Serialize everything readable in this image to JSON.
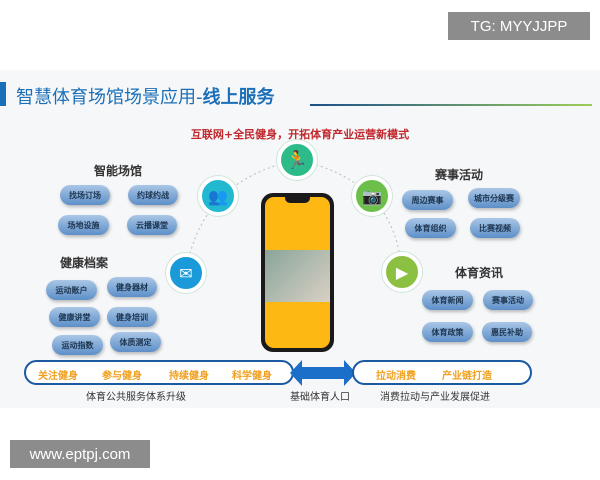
{
  "watermarks": {
    "top": "TG: MYYJJPP",
    "bottom": "www.eptpj.com"
  },
  "title": {
    "main": "智慧体育场馆场景应用-",
    "bold": "线上服务"
  },
  "subtitle": "互联网+全民健身，开拓体育产业运营新模式",
  "colors": {
    "title_blue": "#1b6fb8",
    "subtitle_red": "#c0282d",
    "orange": "#f0a020",
    "pill_blue": "#5d8fc8",
    "phone_yellow": "#fdb813"
  },
  "sections": {
    "venue": {
      "label": "智能场馆",
      "items": [
        "找场订场",
        "约球约战",
        "场地设施",
        "云播课堂"
      ],
      "icon": "people-icon"
    },
    "health": {
      "label": "健康档案",
      "items": [
        "运动账户",
        "健身器材",
        "健康讲堂",
        "健身培训",
        "运动指数",
        "体质测定"
      ],
      "icon": "envelope-icon"
    },
    "events": {
      "label": "赛事活动",
      "items": [
        "周边赛事",
        "城市分级赛",
        "体育组织",
        "比赛视频"
      ],
      "icon": "camera-icon"
    },
    "news": {
      "label": "体育资讯",
      "items": [
        "体育新闻",
        "赛事活动",
        "体育政策",
        "惠民补助"
      ],
      "icon": "play-icon"
    }
  },
  "center_icon": "runner-icon",
  "bottom": {
    "left": {
      "items": [
        "关注健身",
        "参与健身",
        "持续健身",
        "科学健身"
      ],
      "caption": "体育公共服务体系升级"
    },
    "middle": {
      "caption": "基础体育人口"
    },
    "right": {
      "items": [
        "拉动消费",
        "产业链打造"
      ],
      "caption": "消费拉动与产业发展促进"
    }
  }
}
